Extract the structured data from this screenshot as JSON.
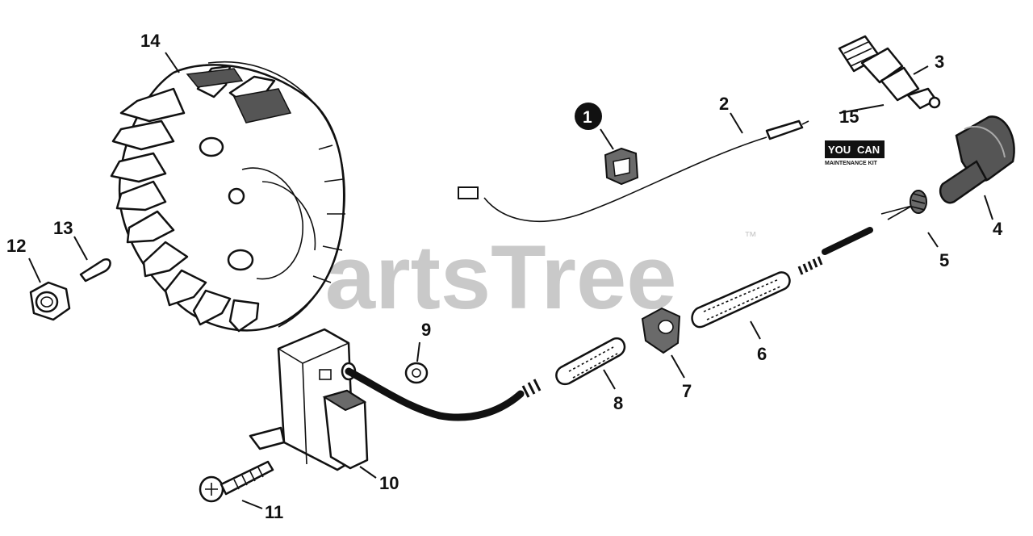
{
  "watermark": {
    "text": "PartsTree",
    "trademark": "™"
  },
  "kit_logo": {
    "line1": "YOU",
    "line2": "CAN",
    "line3": "MAINTENANCE KIT"
  },
  "callouts": {
    "c1": "1",
    "c2": "2",
    "c3": "3",
    "c4": "4",
    "c5": "5",
    "c6": "6",
    "c7": "7",
    "c8": "8",
    "c9": "9",
    "c10": "10",
    "c11": "11",
    "c12": "12",
    "c13": "13",
    "c14": "14",
    "c15": "15"
  }
}
